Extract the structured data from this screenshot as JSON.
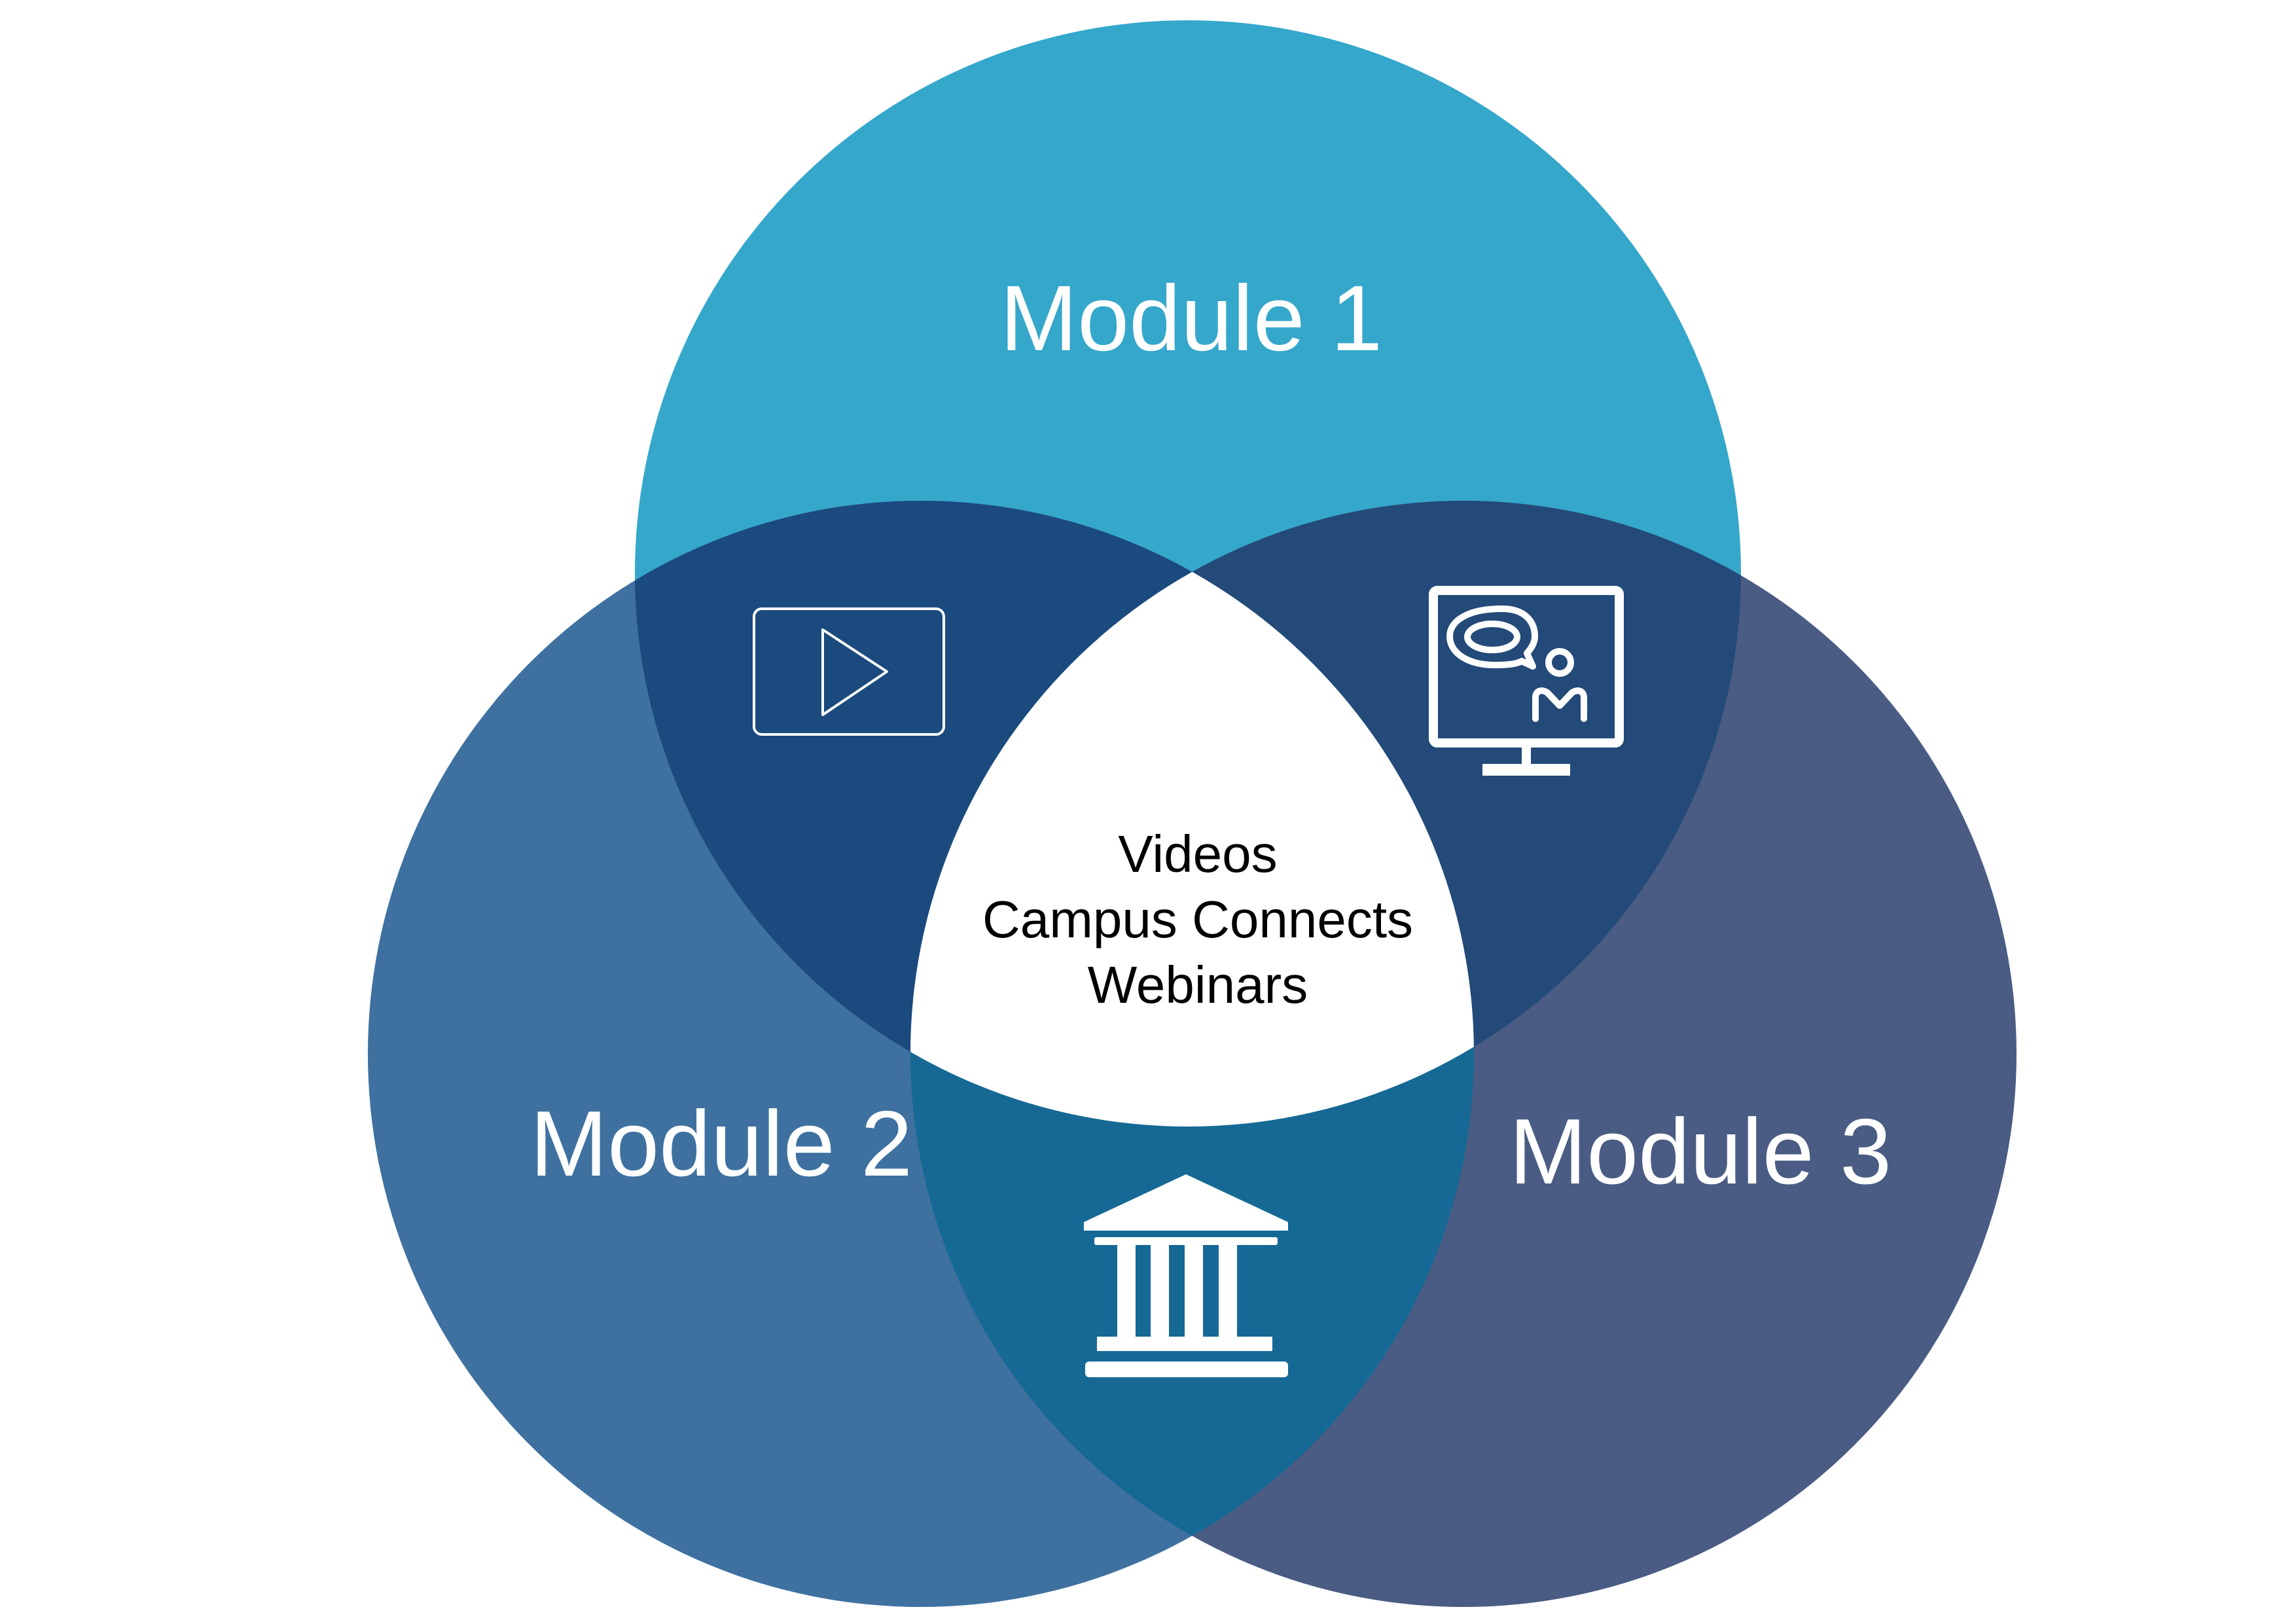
{
  "diagram": {
    "modules": [
      {
        "label": "Module 1",
        "color": "#35a7cb"
      },
      {
        "label": "Module 2",
        "color": "#3e71a0"
      },
      {
        "label": "Module 3",
        "color": "#4a5c83"
      }
    ],
    "overlaps": {
      "module1_module2": {
        "color": "#1b4a7e",
        "icon": "video-play-icon"
      },
      "module1_module3": {
        "color": "#234a78",
        "icon": "webinar-monitor-icon"
      },
      "module2_module3": {
        "color": "#166995",
        "icon": "campus-building-icon"
      }
    },
    "center": {
      "color": "#ffffff",
      "lines": [
        "Videos",
        "Campus Connects",
        "Webinars"
      ]
    }
  }
}
